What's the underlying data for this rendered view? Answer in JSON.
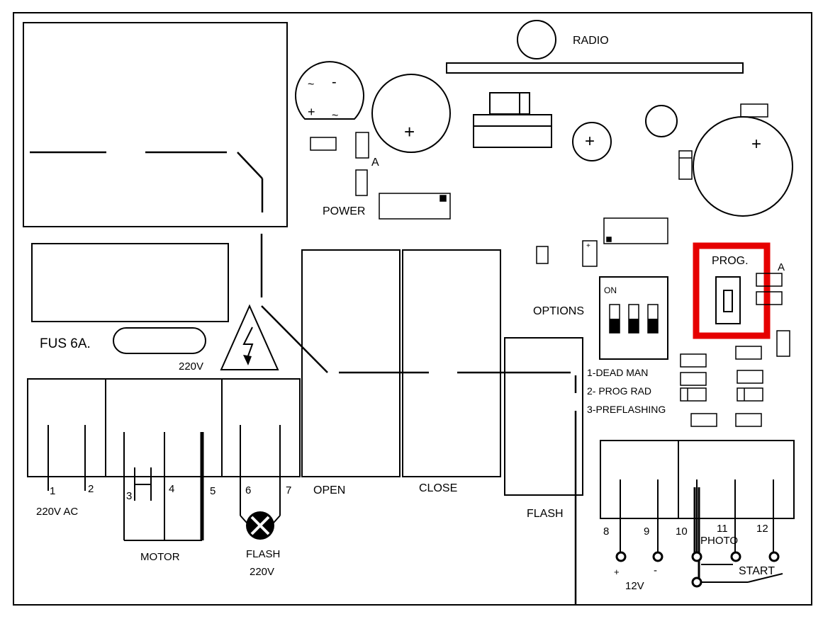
{
  "colors": {
    "ink": "#000000",
    "background": "#ffffff",
    "highlight": "#e60000"
  },
  "labels": {
    "radio": "RADIO",
    "power": "POWER",
    "fuse": "FUS 6A.",
    "fuse_voltage": "220V",
    "options": "OPTIONS",
    "dip_on": "ON",
    "prog": "PROG.",
    "jumper_a_top": "A",
    "jumper_a_right": "A",
    "bridge_tilde_1": "~",
    "bridge_minus": "-",
    "bridge_plus": "+",
    "bridge_tilde_2": "~",
    "cap_plus": "+",
    "terminal_open": "OPEN",
    "terminal_close": "CLOSE",
    "terminal_flash": "FLASH",
    "opt_1": "1-DEAD MAN",
    "opt_2": "2- PROG RAD",
    "opt_3": "3-PREFLASHING",
    "term_1": "1",
    "term_2": "2",
    "term_3": "3",
    "term_4": "4",
    "term_5": "5",
    "term_6": "6",
    "term_7": "7",
    "term_8": "8",
    "term_9": "9",
    "term_10": "10",
    "term_11": "11",
    "term_12": "12",
    "ac_input": "220V AC",
    "motor": "MOTOR",
    "flash_lamp": "FLASH",
    "flash_voltage": "220V",
    "photo": "PHOTO",
    "start": "START",
    "dc_plus": "+",
    "dc_minus": "-",
    "dc_voltage": "12V"
  },
  "icons": [
    "high-voltage-warning-icon",
    "flash-lamp-icon",
    "start-switch-icon"
  ]
}
